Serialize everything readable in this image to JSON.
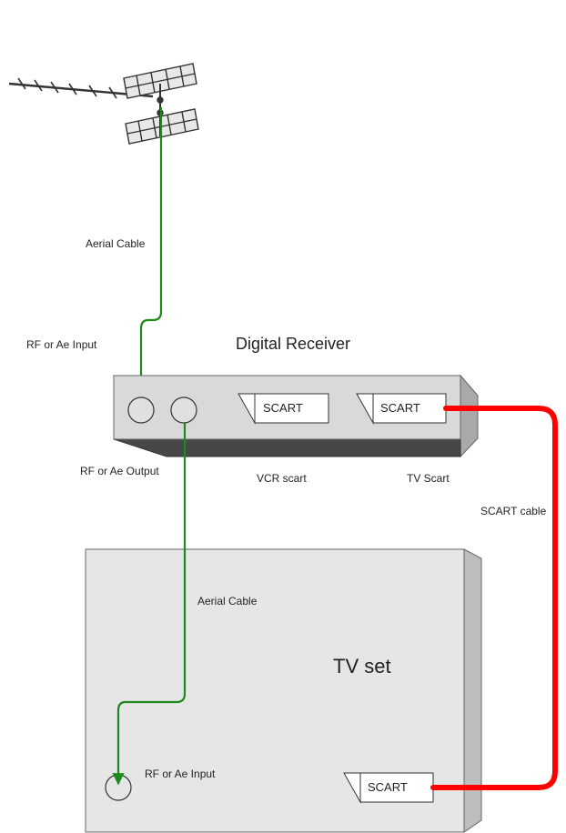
{
  "labels": {
    "aerial_cable_top": "Aerial Cable",
    "rf_input_receiver": "RF or Ae Input",
    "receiver_title": "Digital Receiver",
    "receiver_scart_vcr": "SCART",
    "receiver_scart_tv": "SCART",
    "rf_output": "RF or Ae Output",
    "vcr_scart": "VCR scart",
    "tv_scart": "TV Scart",
    "scart_cable": "SCART cable",
    "aerial_cable_bottom": "Aerial Cable",
    "tv_title": "TV set",
    "rf_input_tv": "RF or Ae Input",
    "tv_scart_socket": "SCART"
  },
  "colors": {
    "aerial_cable": "#1e8a1e",
    "scart_cable": "#ff0000",
    "box_front": "#d9d9d9",
    "box_top": "#c8c8c8",
    "box_side": "#a9a9a9",
    "box_bottom": "#474747",
    "tv_front": "#e6e6e6",
    "tv_side": "#bdbdbd"
  },
  "icons": {
    "antenna": "tv-aerial-antenna-icon"
  }
}
